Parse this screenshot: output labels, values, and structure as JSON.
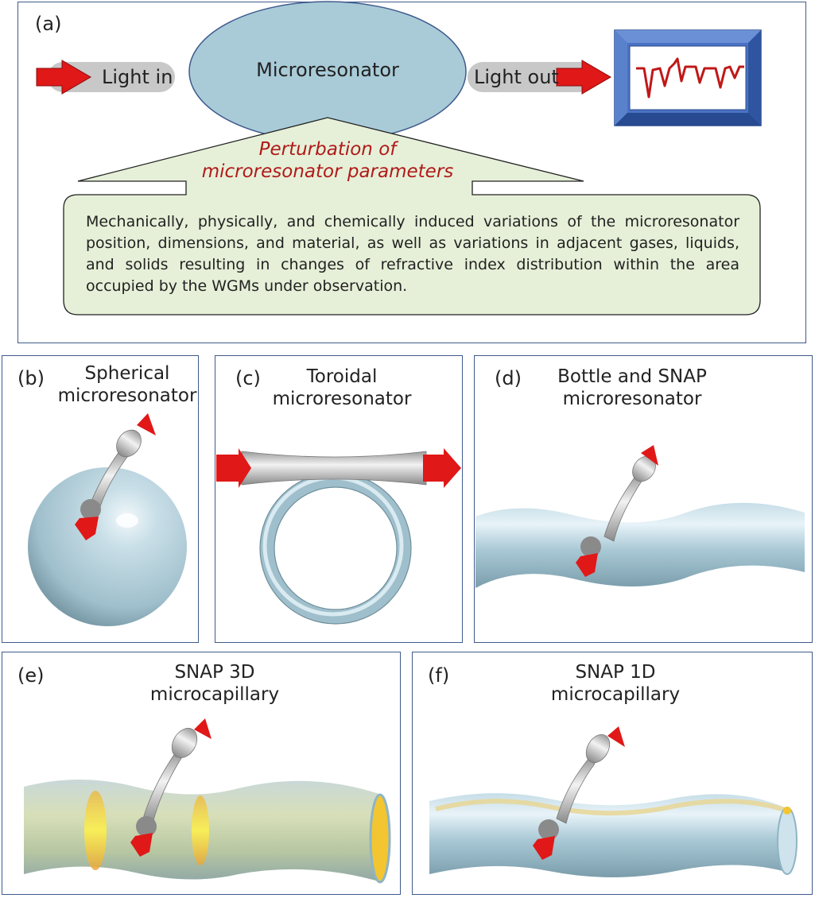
{
  "panel_a": {
    "label": "(a)",
    "light_in": "Light in",
    "resonator": "Microresonator",
    "light_out": "Light out",
    "perturbation_line1": "Perturbation of",
    "perturbation_line2": "microresonator parameters",
    "description": "Mechanically, physically, and chemically induced variations of the microresonator position, dimensions, and material, as well as variations in adjacent gases, liquids, and solids resulting in changes of refractive index distribution within the area occupied by the WGMs under observation."
  },
  "panel_b": {
    "label": "(b)",
    "title_line1": "Spherical",
    "title_line2": "microresonator"
  },
  "panel_c": {
    "label": "(c)",
    "title_line1": "Toroidal",
    "title_line2": "microresonator"
  },
  "panel_d": {
    "label": "(d)",
    "title_line1": "Bottle  and SNAP",
    "title_line2": "microresonator"
  },
  "panel_e": {
    "label": "(e)",
    "title_line1": "SNAP 3D",
    "title_line2": "microcapillary"
  },
  "panel_f": {
    "label": "(f)",
    "title_line1": "SNAP 1D",
    "title_line2": "microcapillary"
  },
  "colors": {
    "border": "#3f5b8c",
    "resonator_blue": "#a9cbd8",
    "arrow_red": "#e01818",
    "callout_green": "#e6f0d8",
    "perturbation_text": "#b01a1a",
    "monitor_blue": "#4a72c4",
    "spectrum_red": "#c01818",
    "fill_yellow": "#f2c531"
  }
}
